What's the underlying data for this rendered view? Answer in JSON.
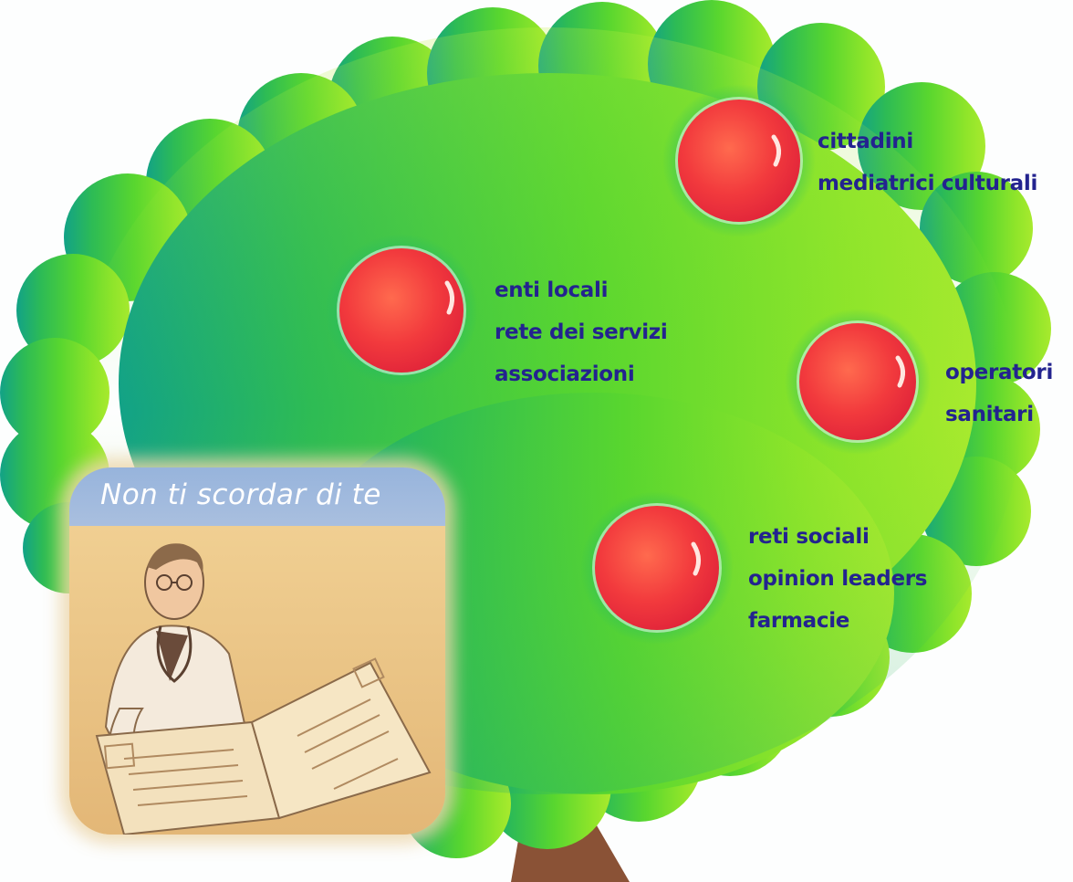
{
  "illustration": {
    "description_icons": [
      "tree-icon",
      "apple-icon",
      "doctor-icon"
    ],
    "colors": {
      "foliage_dark": "#1aa37a",
      "foliage_mid": "#3ccc3a",
      "foliage_light": "#9be62a",
      "apple": "#f0313c",
      "trunk": "#8a5236",
      "label_text": "#23238f",
      "poster_band": "#a3bbde",
      "poster_bg": "#e8c48a"
    }
  },
  "groups": [
    {
      "id": "top-right",
      "lines": [
        "cittadini",
        "mediatrici culturali"
      ]
    },
    {
      "id": "left",
      "lines": [
        "enti locali",
        "rete dei servizi",
        "associazioni"
      ]
    },
    {
      "id": "right",
      "lines": [
        "operatori",
        "sanitari"
      ]
    },
    {
      "id": "bottom",
      "lines": [
        "reti sociali",
        "opinion leaders",
        "farmacie"
      ]
    }
  ],
  "poster": {
    "title": "Non ti scordar di te"
  }
}
